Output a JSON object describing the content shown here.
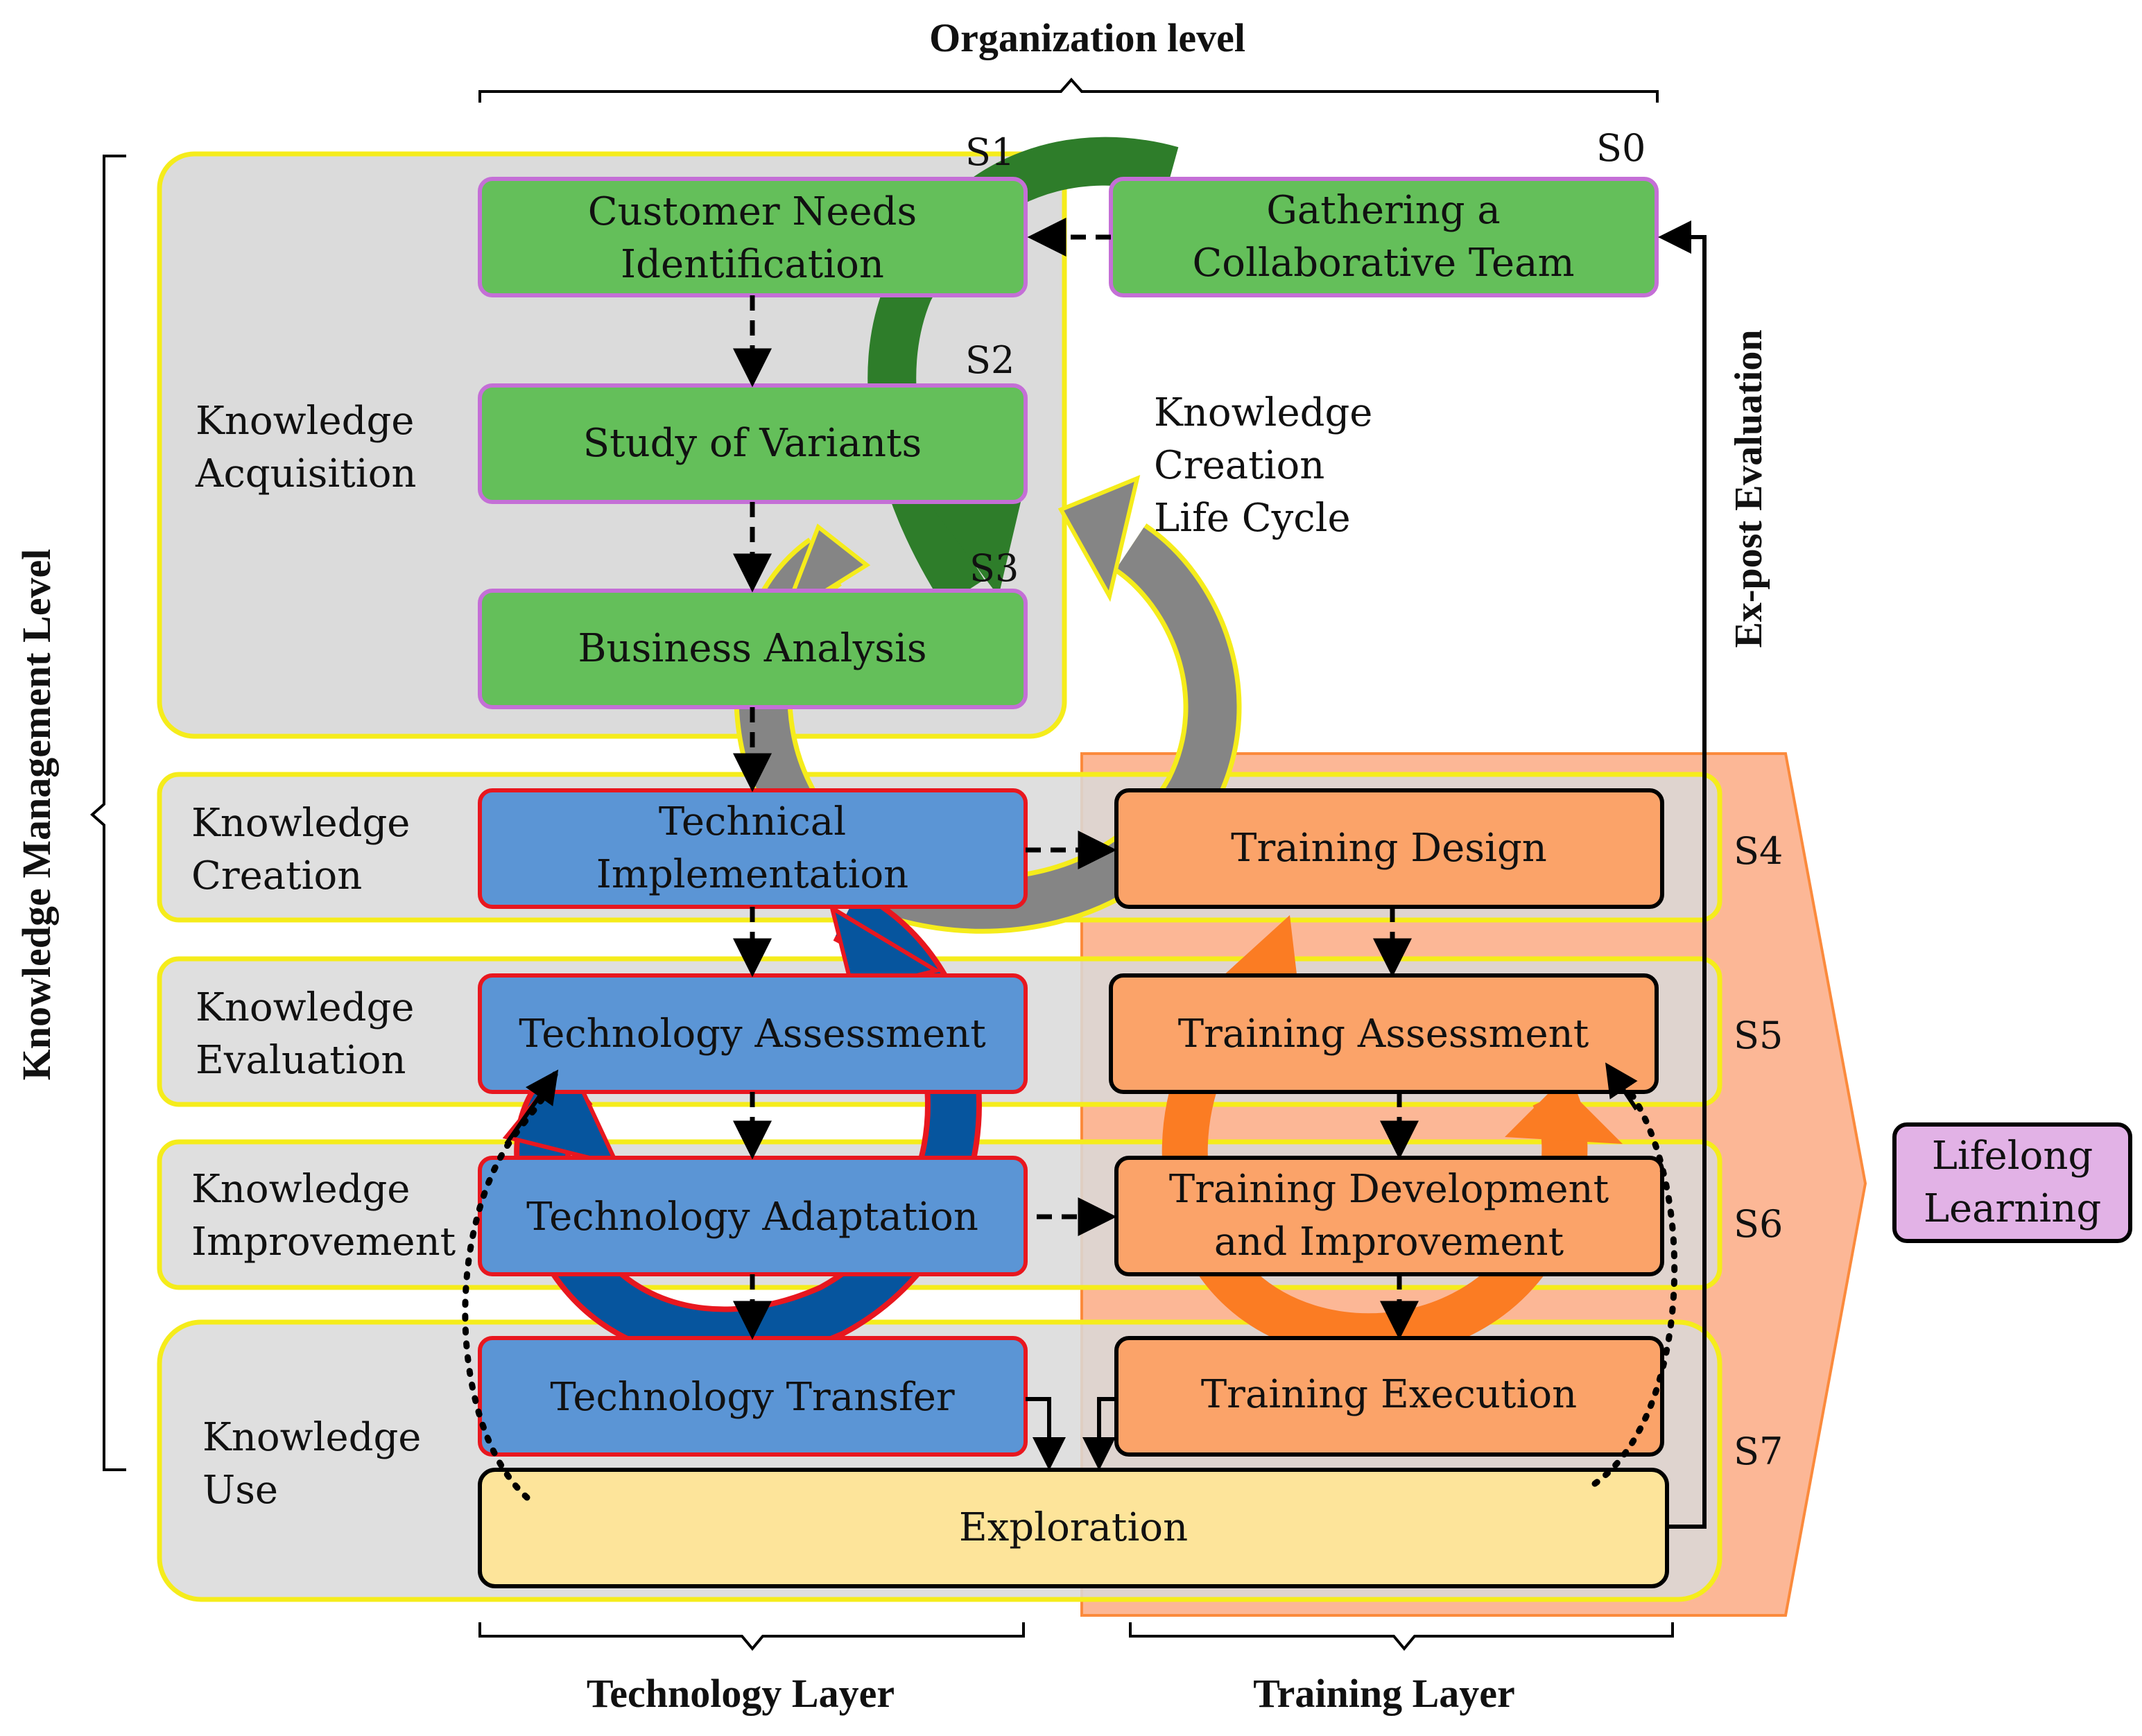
{
  "header": {
    "organization_level": "Organization level"
  },
  "left_axis": {
    "knowledge_management_level": "Knowledge Management Level"
  },
  "right_axis": {
    "ex_post_evaluation": "Ex-post Evaluation"
  },
  "footer": {
    "technology_layer": "Technology Layer",
    "training_layer": "Training Layer"
  },
  "stages": {
    "s0": "S0",
    "s1": "S1",
    "s2": "S2",
    "s3": "S3",
    "s4": "S4",
    "s5": "S5",
    "s6": "S6",
    "s7": "S7"
  },
  "phases": {
    "acquisition": [
      "Knowledge",
      "Acquisition"
    ],
    "creation": [
      "Knowledge",
      "Creation"
    ],
    "evaluation": [
      "Knowledge",
      "Evaluation"
    ],
    "improvement": [
      "Knowledge",
      "Improvement"
    ],
    "use": [
      "Knowledge",
      "Use"
    ]
  },
  "lifecycle_label": [
    "Knowledge",
    "Creation",
    "Life Cycle"
  ],
  "boxes": {
    "gathering": [
      "Gathering a",
      "Collaborative Team"
    ],
    "customer_needs": [
      "Customer Needs",
      "Identification"
    ],
    "study_variants": "Study of Variants",
    "business_analysis": "Business Analysis",
    "technical_implementation": [
      "Technical",
      "Implementation"
    ],
    "training_design": "Training Design",
    "technology_assessment": "Technology Assessment",
    "training_assessment": "Training Assessment",
    "technology_adaptation": "Technology Adaptation",
    "training_development": [
      "Training Development",
      "and Improvement"
    ],
    "technology_transfer": "Technology Transfer",
    "training_execution": "Training Execution",
    "exploration": "Exploration",
    "lifelong_learning": [
      "Lifelong",
      "Learning"
    ]
  },
  "colors": {
    "green_box": "#64bf5a",
    "blue_box": "#5b95d5",
    "orange_box": "#fba369",
    "yellow_box": "#fde49a",
    "lilac_box": "#e2b2e6",
    "phase_panel": "#d9d9d9",
    "panel_border": "#f5ec1b",
    "training_band": "#fcb796",
    "dark_green_arrow": "#2e7d2a",
    "gray_arrow": "#858585",
    "navy_arrow": "#06559e",
    "orange_arrow": "#fb7c23"
  }
}
